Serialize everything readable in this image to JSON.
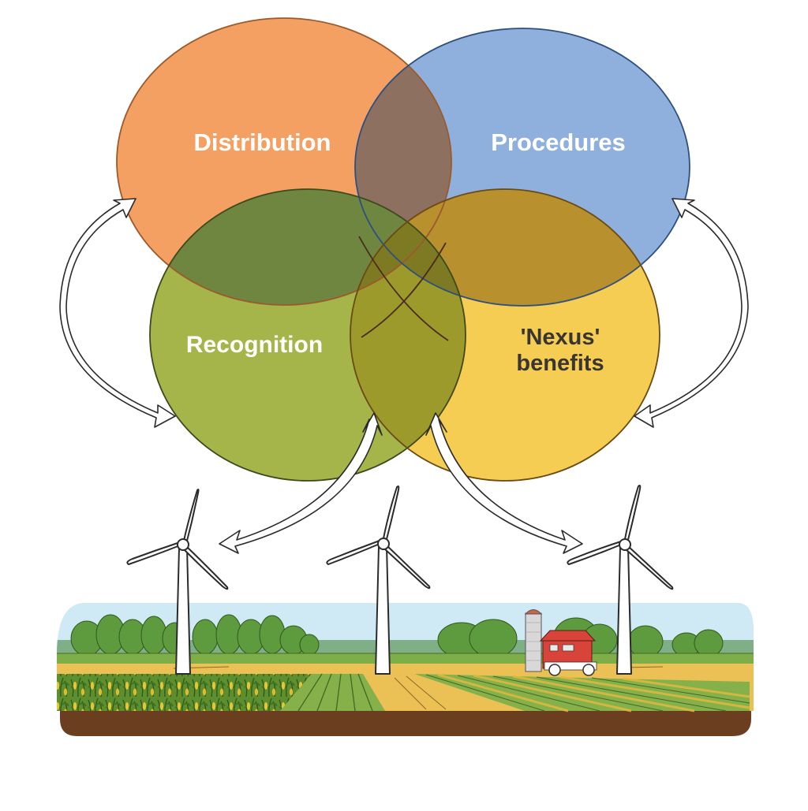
{
  "diagram": {
    "type": "venn-4-with-landscape",
    "sets": [
      {
        "id": "distribution",
        "label": "Distribution",
        "color": "#F4A062",
        "stroke": "#9b5a2c",
        "text_color": "#ffffff"
      },
      {
        "id": "procedures",
        "label": "Procedures",
        "color": "#8FB0DC",
        "stroke": "#2f4f7f",
        "text_color": "#ffffff"
      },
      {
        "id": "recognition",
        "label": "Recognition",
        "color": "#A6B54A",
        "stroke": "#3e4a1e",
        "text_color": "#ffffff"
      },
      {
        "id": "nexus",
        "label_line1": "'Nexus'",
        "label_line2": "benefits",
        "color": "#F4CD52",
        "stroke": "#7a5a1a",
        "text_color": "#3a3530"
      }
    ],
    "overlap_colors": {
      "distribution_procedures": "#8E7061",
      "distribution_recognition": "#6E8640",
      "procedures_nexus": "#B8902E",
      "center": "#7E7A23",
      "recognition_nexus": "#9D9A2C"
    },
    "arrows": [
      {
        "id": "left-double-arrow",
        "from": "distribution",
        "to": "recognition"
      },
      {
        "id": "right-double-arrow",
        "from": "procedures",
        "to": "nexus"
      },
      {
        "id": "recognition-to-left-turbine-arrow",
        "from": "recognition",
        "to": "wind-turbine-left"
      },
      {
        "id": "nexus-to-right-turbine-arrow",
        "from": "nexus",
        "to": "wind-turbine-right"
      }
    ]
  },
  "landscape": {
    "sky_color": "#CFEAF5",
    "tree_color": "#5E9A3E",
    "grass_color": "#7DAE47",
    "field_yellow": "#EBC155",
    "field_green": "#86B04A",
    "soil_color": "#6B3E1F",
    "elements": {
      "turbines": [
        "wind-turbine-left",
        "wind-turbine-center",
        "wind-turbine-right"
      ],
      "barn_color": "#D9443A",
      "silo_color": "#D8D8D8",
      "corn_field": "corn-field",
      "crop_rows": "crop-rows"
    }
  }
}
